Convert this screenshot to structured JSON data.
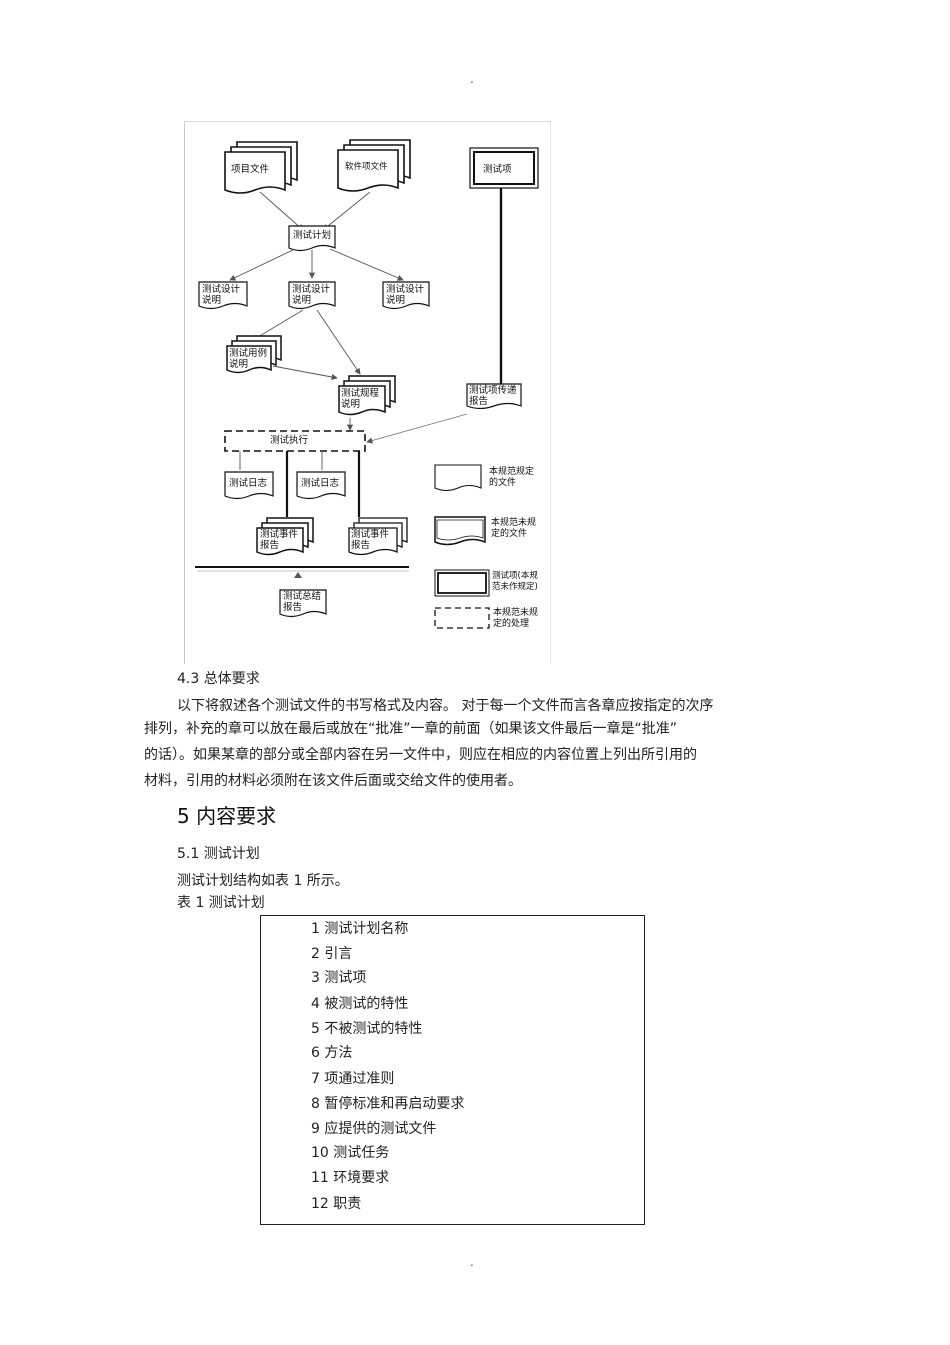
{
  "page_marks": {
    "top_dot": ".",
    "bottom_dot": "."
  },
  "figure": {
    "labels": {
      "project_doc": "项目文件",
      "software_doc": "软件项文件",
      "test_item": "测试项",
      "test_plan": "测试计划",
      "design_spec_1": "测试设计\n说明",
      "design_spec_2": "测试设计\n说明",
      "design_spec_3": "测试设计\n说明",
      "case_spec": "测试用例\n说明",
      "procedure_spec": "测试规程\n说明",
      "transmittal_report": "测试项传递\n报告",
      "execution": "测试执行",
      "log_1": "测试日志",
      "log_2": "测试日志",
      "incident_1": "测试事件\n报告",
      "incident_2": "测试事件\n报告",
      "summary": "测试总结\n报告"
    },
    "legend": {
      "item_1": "本规范规定\n的文件",
      "item_2": "本规范未规\n定的文件",
      "item_3": "测试项(本规\n范未作规定)",
      "item_4": "本规范未规\n定的处理"
    }
  },
  "section_4_3": {
    "heading": "4.3  总体要求",
    "lines": [
      "以下将叙述各个测试文件的书写格式及内容。        对于每一个文件而言各章应按指定的次序",
      "排列，补充的章可以放在最后或放在“批准”一章的前面（如果该文件最后一章是“批准”",
      "的话）。如果某章的部分或全部内容在另一文件中，则应在相应的内容位置上列出所引用的",
      "材料，引用的材料必须附在该文件后面或交给文件的使用者。"
    ]
  },
  "chapter_5": {
    "heading": "5  内容要求"
  },
  "section_5_1": {
    "heading": "5.1  测试计划",
    "intro": "测试计划结构如表    1 所示。",
    "table_caption": "表 1  测试计划"
  },
  "table_1": {
    "items": [
      "1  测试计划名称",
      "2  引言",
      "3  测试项",
      "4  被测试的特性",
      "5  不被测试的特性",
      "6  方法",
      "7  项通过准则",
      "8  暂停标准和再启动要求",
      "9  应提供的测试文件",
      "10  测试任务",
      "11  环境要求",
      "12  职责"
    ]
  }
}
